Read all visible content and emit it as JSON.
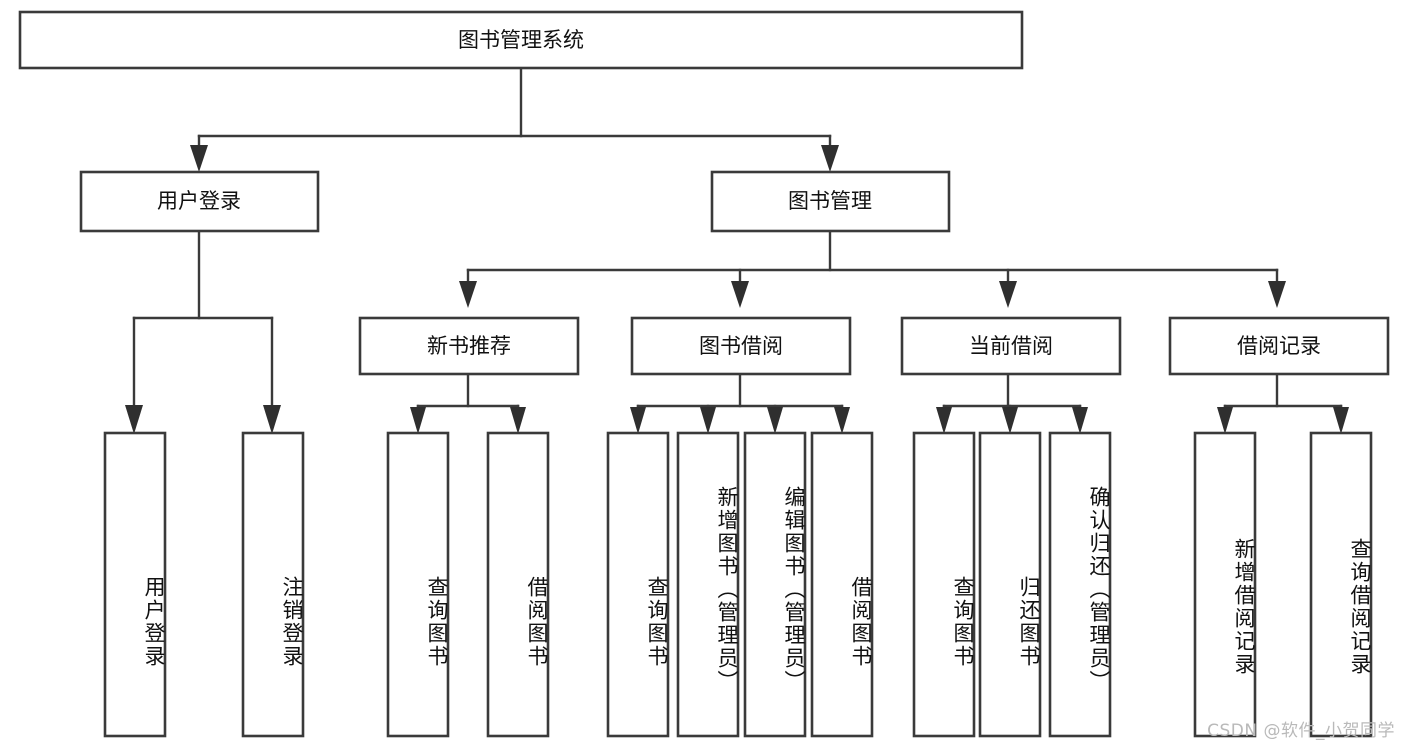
{
  "diagram": {
    "type": "tree-hierarchy-chart",
    "title": "图书管理系统",
    "watermark": "CSDN @软件_小贺同学",
    "colors": {
      "box_stroke": "#3a3a3a",
      "box_fill": "#ffffff",
      "connector": "#3a3a3a",
      "text": "#111111",
      "watermark": "#b9b9b9",
      "background": "#ffffff"
    },
    "root": {
      "label": "图书管理系统",
      "orientation": "horizontal"
    },
    "level2": [
      {
        "label": "用户登录",
        "orientation": "horizontal"
      },
      {
        "label": "图书管理",
        "orientation": "horizontal"
      }
    ],
    "level3": [
      {
        "label": "新书推荐",
        "orientation": "horizontal",
        "parent": "图书管理"
      },
      {
        "label": "图书借阅",
        "orientation": "horizontal",
        "parent": "图书管理"
      },
      {
        "label": "当前借阅",
        "orientation": "horizontal",
        "parent": "图书管理"
      },
      {
        "label": "借阅记录",
        "orientation": "horizontal",
        "parent": "图书管理"
      }
    ],
    "leaves": [
      {
        "label": "用户登录",
        "parent": "用户登录",
        "orientation": "vertical"
      },
      {
        "label": "注销登录",
        "parent": "用户登录",
        "orientation": "vertical"
      },
      {
        "label": "查询图书",
        "parent": "新书推荐",
        "orientation": "vertical"
      },
      {
        "label": "借阅图书",
        "parent": "新书推荐",
        "orientation": "vertical"
      },
      {
        "label": "查询图书",
        "parent": "图书借阅",
        "orientation": "vertical"
      },
      {
        "label": "新增图书（管理员）",
        "parent": "图书借阅",
        "orientation": "vertical"
      },
      {
        "label": "编辑图书（管理员）",
        "parent": "图书借阅",
        "orientation": "vertical"
      },
      {
        "label": "借阅图书",
        "parent": "图书借阅",
        "orientation": "vertical"
      },
      {
        "label": "查询图书",
        "parent": "当前借阅",
        "orientation": "vertical"
      },
      {
        "label": "归还图书",
        "parent": "当前借阅",
        "orientation": "vertical"
      },
      {
        "label": "确认归还（管理员）",
        "parent": "当前借阅",
        "orientation": "vertical"
      },
      {
        "label": "新增借阅记录",
        "parent": "借阅记录",
        "orientation": "vertical"
      },
      {
        "label": "查询借阅记录",
        "parent": "借阅记录",
        "orientation": "vertical"
      }
    ]
  }
}
